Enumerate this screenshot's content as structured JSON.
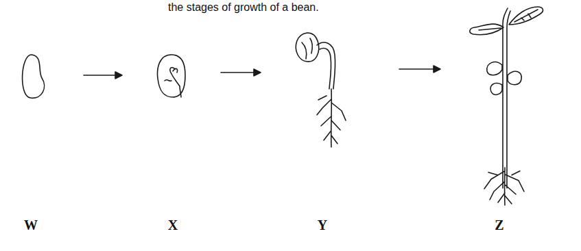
{
  "diagram": {
    "labels": [
      "the stages of growth of a bean.",
      "W",
      "X",
      "Y",
      "Z"
    ]
  }
}
